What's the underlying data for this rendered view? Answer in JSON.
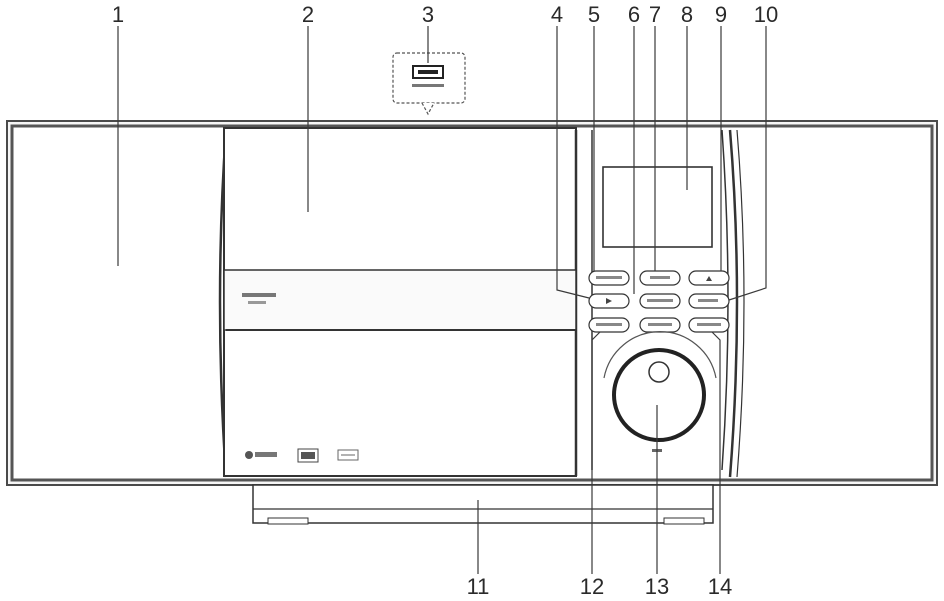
{
  "callouts": [
    {
      "id": "1",
      "label": "1"
    },
    {
      "id": "2",
      "label": "2"
    },
    {
      "id": "3",
      "label": "3"
    },
    {
      "id": "4",
      "label": "4"
    },
    {
      "id": "5",
      "label": "5"
    },
    {
      "id": "6",
      "label": "6"
    },
    {
      "id": "7",
      "label": "7"
    },
    {
      "id": "8",
      "label": "8"
    },
    {
      "id": "9",
      "label": "9"
    },
    {
      "id": "10",
      "label": "10"
    },
    {
      "id": "11",
      "label": "11"
    },
    {
      "id": "12",
      "label": "12"
    },
    {
      "id": "13",
      "label": "13"
    },
    {
      "id": "14",
      "label": "14"
    }
  ],
  "colors": {
    "line": "#333333",
    "frame": "#555555",
    "background": "#ffffff"
  },
  "icons": [
    "usb-port-icon",
    "bluetooth-logo-icon",
    "wifi-logo-icon",
    "usb-logo-icon",
    "rotary-knob-icon",
    "display-screen-icon"
  ]
}
